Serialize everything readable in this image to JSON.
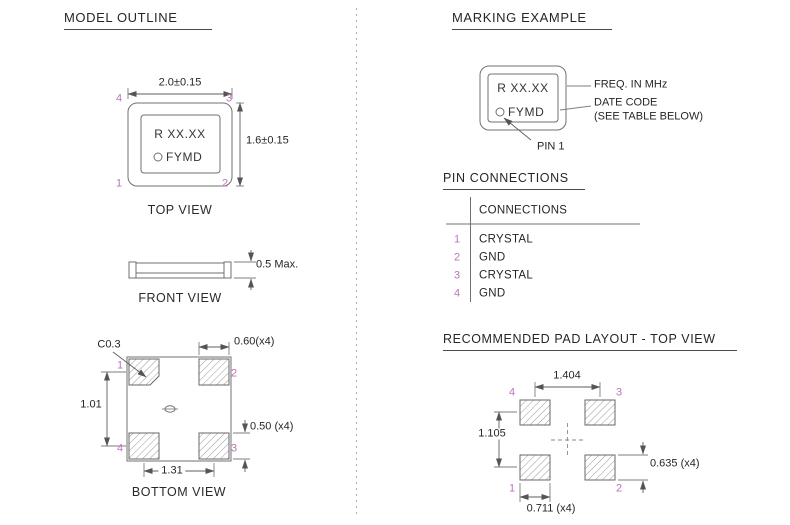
{
  "colors": {
    "pin_number": "#bd74bd",
    "line": "#707070",
    "text": "#262626"
  },
  "left": {
    "heading": "MODEL OUTLINE",
    "top_view": {
      "label": "TOP VIEW",
      "dim_width": "2.0±0.15",
      "dim_height": "1.6±0.15",
      "marking_line1": "R XX.XX",
      "marking_line2": "FYMD",
      "pins": {
        "tl": "4",
        "tr": "3",
        "bl": "1",
        "br": "2"
      }
    },
    "front_view": {
      "label": "FRONT VIEW",
      "dim_height": "0.5 Max."
    },
    "bottom_view": {
      "label": "BOTTOM VIEW",
      "chamfer": "C0.3",
      "dim_pad_width": "0.60(x4)",
      "dim_height": "1.01",
      "dim_pad_height": "0.50 (x4)",
      "dim_width": "1.31",
      "pins": {
        "tl": "1",
        "tr": "2",
        "bl": "4",
        "br": "3"
      }
    }
  },
  "right": {
    "heading": "MARKING EXAMPLE",
    "marking": {
      "line1": "R XX.XX",
      "line2": "FYMD",
      "freq_label": "FREQ. IN MHz",
      "date_label": "DATE CODE",
      "date_note": "(SEE TABLE BELOW)",
      "pin1_label": "PIN 1"
    },
    "pin_connections": {
      "heading": "PIN CONNECTIONS",
      "column_header": "CONNECTIONS",
      "rows": [
        {
          "pin": "1",
          "name": "CRYSTAL"
        },
        {
          "pin": "2",
          "name": "GND"
        },
        {
          "pin": "3",
          "name": "CRYSTAL"
        },
        {
          "pin": "4",
          "name": "GND"
        }
      ]
    },
    "pad_layout": {
      "heading": "RECOMMENDED PAD LAYOUT - TOP VIEW",
      "dim_width": "1.404",
      "dim_height": "1.105",
      "dim_pad_height": "0.635 (x4)",
      "dim_pad_width": "0.711 (x4)",
      "pins": {
        "tl": "4",
        "tr": "3",
        "bl": "1",
        "br": "2"
      }
    }
  }
}
